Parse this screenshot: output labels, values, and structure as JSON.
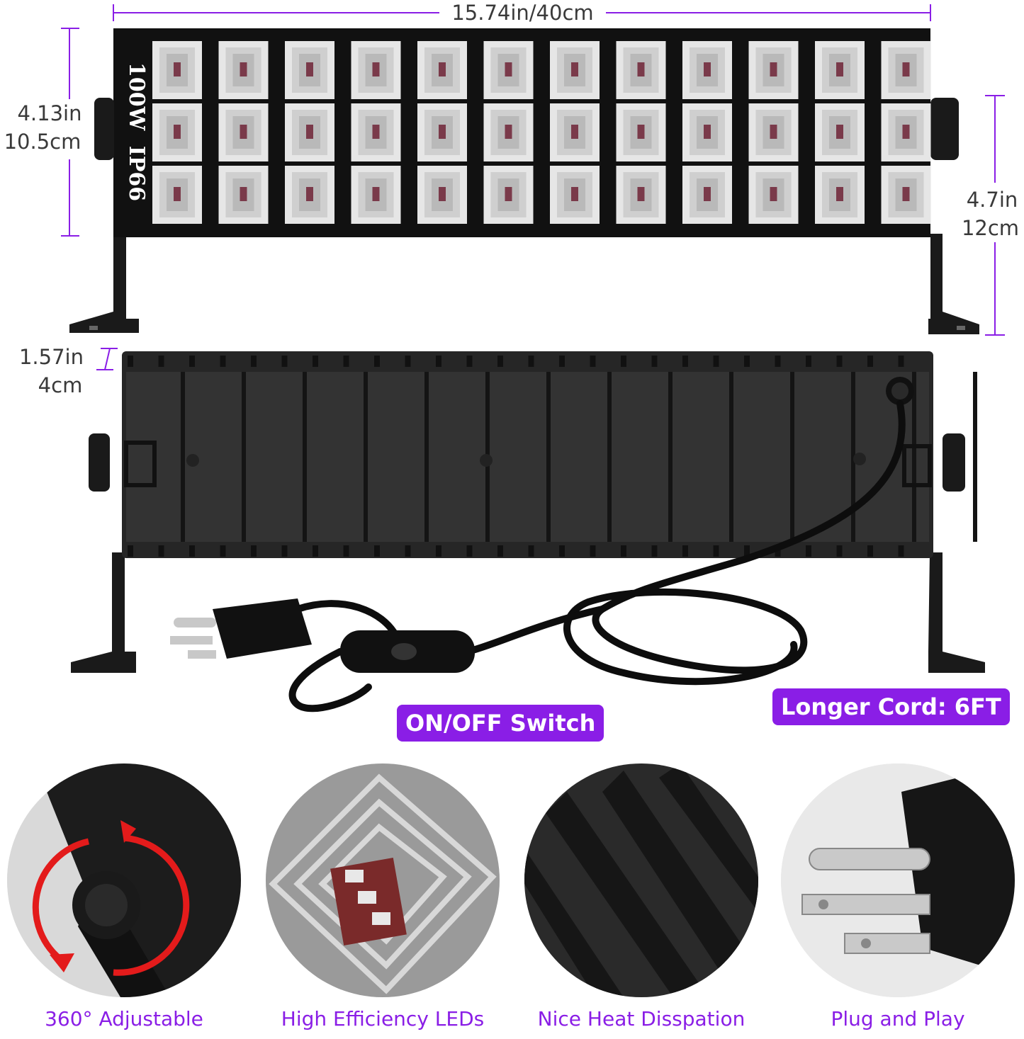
{
  "dimensions": {
    "width": "15.74in/40cm",
    "height_panel_in": "4.13in",
    "height_panel_cm": "10.5cm",
    "height_total_in": "4.7in",
    "height_total_cm": "12cm",
    "depth_in": "1.57in",
    "depth_cm": "4cm"
  },
  "product_labels": {
    "wattage": "100W",
    "rating": "IP66"
  },
  "callouts": {
    "switch": "ON/OFF Switch",
    "cord": "Longer Cord: 6FT"
  },
  "features": [
    {
      "label": "360° Adjustable",
      "icon": "rotation-knob-icon"
    },
    {
      "label": "High Efficiency LEDs",
      "icon": "led-closeup-icon"
    },
    {
      "label": "Nice Heat Disspation",
      "icon": "heat-sink-icon"
    },
    {
      "label": "Plug and Play",
      "icon": "plug-icon"
    }
  ],
  "colors": {
    "accent": "#8a1ee6",
    "arrow": "#e31b1b",
    "product": "#1a1a1a"
  }
}
